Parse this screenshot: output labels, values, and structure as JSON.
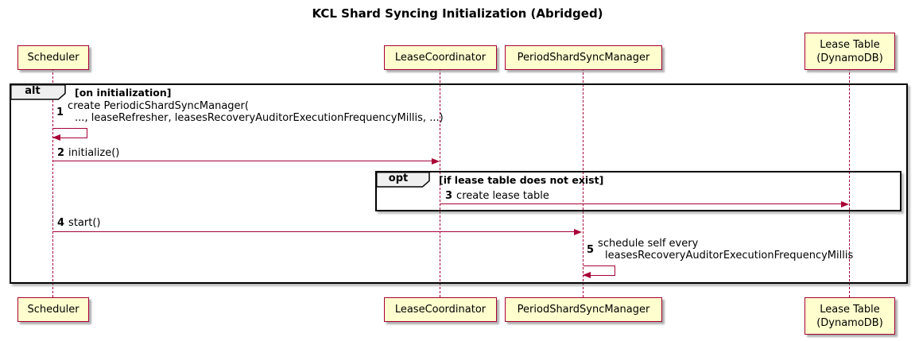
{
  "title": "KCL Shard Syncing Initialization (Abridged)",
  "participants": [
    {
      "id": "scheduler",
      "label": "Scheduler"
    },
    {
      "id": "lease-coordinator",
      "label": "LeaseCoordinator"
    },
    {
      "id": "period-shard-sync-manager",
      "label": "PeriodShardSyncManager"
    },
    {
      "id": "lease-table",
      "label": "Lease Table\n(DynamoDB)"
    }
  ],
  "frames": {
    "alt": {
      "keyword": "alt",
      "condition": "[on initialization]"
    },
    "opt": {
      "keyword": "opt",
      "condition": "[if lease table does not exist]"
    }
  },
  "messages": [
    {
      "num": "1",
      "kind": "self",
      "from": "Scheduler",
      "to": "Scheduler",
      "line1": "create PeriodicShardSyncManager(",
      "line2": "..., leaseRefresher, leasesRecoveryAuditorExecutionFrequencyMillis, ...)"
    },
    {
      "num": "2",
      "kind": "arrow",
      "from": "Scheduler",
      "to": "LeaseCoordinator",
      "text": "initialize()"
    },
    {
      "num": "3",
      "kind": "arrow",
      "from": "LeaseCoordinator",
      "to": "Lease Table (DynamoDB)",
      "text": "create lease table"
    },
    {
      "num": "4",
      "kind": "arrow",
      "from": "Scheduler",
      "to": "PeriodShardSyncManager",
      "text": "start()"
    },
    {
      "num": "5",
      "kind": "self",
      "from": "PeriodShardSyncManager",
      "to": "PeriodShardSyncManager",
      "line1": "schedule self every",
      "line2": "leasesRecoveryAuditorExecutionFrequencyMillis"
    }
  ],
  "colors": {
    "participant_fill": "#FEFECE",
    "participant_border": "#A80036",
    "arrow": "#A80036",
    "lifeline": "#A80036",
    "frame_border": "#000000",
    "frame_label_fill": "#EFEFEF"
  }
}
